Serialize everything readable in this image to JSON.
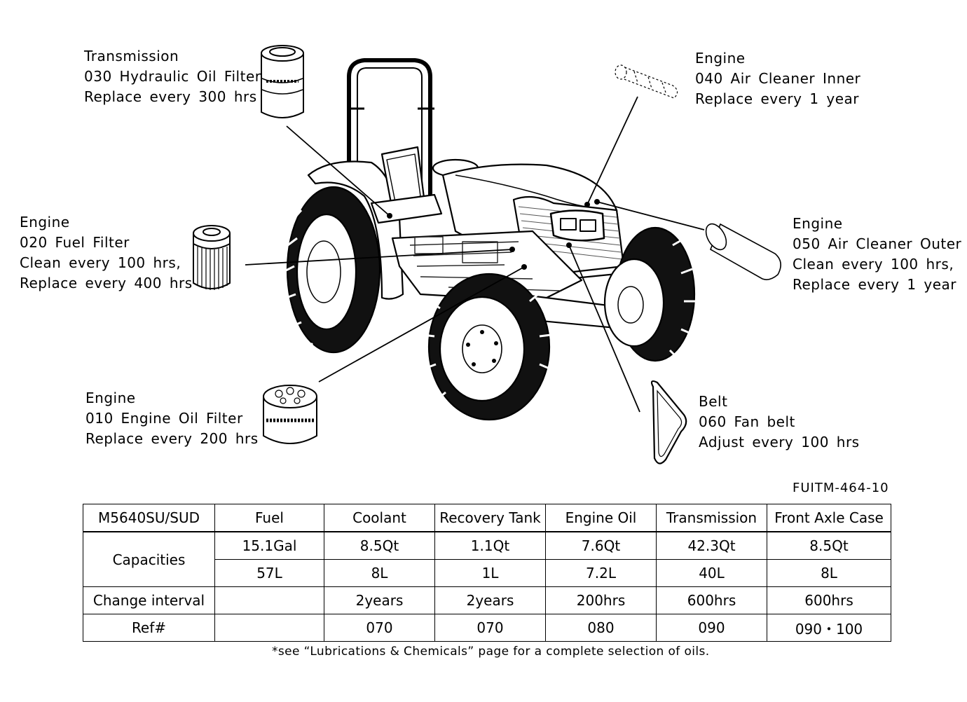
{
  "callouts": {
    "transmission": {
      "system": "Transmission",
      "part": "030  Hydraulic  Oil  Filter",
      "interval": "Replace  every  300  hrs"
    },
    "air_inner": {
      "system": "Engine",
      "part": "040  Air  Cleaner  Inner",
      "interval": "Replace  every  1  year"
    },
    "fuel_filter": {
      "system": "Engine",
      "part": "020  Fuel  Filter",
      "interval": "Clean  every  100  hrs,",
      "interval2": "Replace  every  400  hrs"
    },
    "air_outer": {
      "system": "Engine",
      "part": "050  Air  Cleaner  Outer",
      "interval": "Clean  every  100  hrs,",
      "interval2": "Replace  every  1  year"
    },
    "oil_filter": {
      "system": "Engine",
      "part": "010  Engine  Oil  Filter",
      "interval": "Replace  every  200  hrs"
    },
    "fan_belt": {
      "system": "Belt",
      "part": "060  Fan  belt",
      "interval": "Adjust  every  100  hrs"
    }
  },
  "figure_code": "FUITM-464-10",
  "table": {
    "model": "M5640SU/SUD",
    "columns": [
      "Fuel",
      "Coolant",
      "Recovery  Tank",
      "Engine  Oil",
      "Transmission",
      "Front  Axle  Case"
    ],
    "capacities_label": "Capacities",
    "capacities_us": [
      "15.1Gal",
      "8.5Qt",
      "1.1Qt",
      "7.6Qt",
      "42.3Qt",
      "8.5Qt"
    ],
    "capacities_metric": [
      "57L",
      "8L",
      "1L",
      "7.2L",
      "40L",
      "8L"
    ],
    "interval_label": "Change  interval",
    "intervals": [
      "",
      "2years",
      "2years",
      "200hrs",
      "600hrs",
      "600hrs"
    ],
    "ref_label": "Ref#",
    "refs": [
      "",
      "070",
      "070",
      "080",
      "090",
      "090・100"
    ]
  },
  "footnote": "*see “Lubrications & Chemicals” page for a complete selection of oils."
}
